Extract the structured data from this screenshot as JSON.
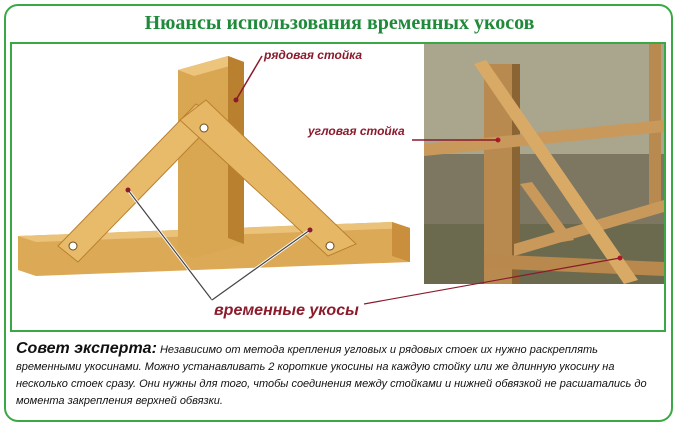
{
  "title": "Нюансы использования временных укосов",
  "labels": {
    "row_post": "рядовая стойка",
    "corner_post": "угловая стойка",
    "temp_braces": "временные укосы"
  },
  "advice": {
    "heading": "Совет эксперта:",
    "text": "Независимо от метода крепления угловых и рядовых стоек их нужно раскреплять временными укосинами. Можно устанавливать 2 короткие укосины на каждую стойку или же длинную укосину на несколько стоек сразу. Они нужны для того, чтобы соединения между стойками и нижней обвязкой не расшатались до момента закрепления верхней обвязки."
  },
  "colors": {
    "accent_green": "#1f8a3a",
    "frame_green": "#3aa845",
    "label_red": "#8b1a2b",
    "wood": "#e2b15e"
  }
}
